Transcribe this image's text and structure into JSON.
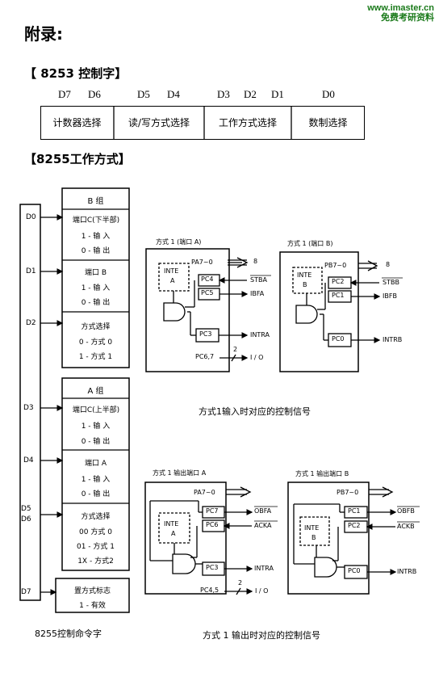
{
  "watermark": {
    "line1": "www.imaster.cn",
    "line2": "免费考研资料"
  },
  "page_title": "附录:",
  "s8253": {
    "title": "【 8253 控制字】",
    "bits": [
      "D7",
      "D6",
      "D5",
      "D4",
      "D3",
      "D2",
      "D1",
      "D0"
    ],
    "cells": [
      "计数器选择",
      "读/写方式选择",
      "工作方式选择",
      "数制选择"
    ]
  },
  "s8255": {
    "title": "【8255工作方式】",
    "bit_labels": [
      "D0",
      "D1",
      "D2",
      "D3",
      "D4",
      "D5",
      "D6",
      "D7"
    ],
    "groupB": {
      "header": "B  组",
      "pc_low": {
        "title": "端口C(下半部)",
        "l1": "1 - 输 入",
        "l2": "0 - 输 出"
      },
      "portb": {
        "title": "端口  B",
        "l1": "1 - 输 入",
        "l2": "0 - 输 出"
      },
      "mode": {
        "title": "方式选择",
        "l1": "0 - 方式 0",
        "l2": "1 - 方式 1"
      }
    },
    "groupA": {
      "header": "A  组",
      "pc_high": {
        "title": "端口C(上半部)",
        "l1": "1 - 输 入",
        "l2": "0 - 输 出"
      },
      "porta": {
        "title": "端口  A",
        "l1": "1 - 输 入",
        "l2": "0 - 输 出"
      },
      "mode": {
        "title": "方式选择",
        "l1": "00 方式 0",
        "l2": "01 - 方式 1",
        "l3": "1X - 方式2"
      }
    },
    "setflag": {
      "title": "置方式标志",
      "l1": "1 - 有效"
    },
    "cmd_caption": "8255控制命令字"
  },
  "diagrams": {
    "in_a": {
      "title": "方式 1 (端口 A)",
      "port": "PA7~0",
      "bus": "8",
      "inte_1": "INTE",
      "inte_2": "A",
      "reg1": "PC4",
      "reg2": "PC5",
      "reg3": "PC3",
      "sig1": "STBA",
      "sig2": "IBFA",
      "sig3": "INTRA",
      "extra": "PC6,7",
      "extra_n": "2",
      "io": "I / O"
    },
    "in_b": {
      "title": "方式 1 (端口 B)",
      "port": "PB7~0",
      "bus": "8",
      "inte_1": "INTE",
      "inte_2": "B",
      "reg1": "PC2",
      "reg2": "PC1",
      "reg3": "PC0",
      "sig1": "STBB",
      "sig2": "IBFB",
      "sig3": "INTRB"
    },
    "in_caption": "方式1输入时对应的控制信号",
    "out_a": {
      "title": "方式 1 输出端口 A",
      "port": "PA7~0",
      "inte_1": "INTE",
      "inte_2": "A",
      "reg1": "PC7",
      "reg2": "PC6",
      "reg3": "PC3",
      "sig1": "OBFA",
      "sig2": "ACKA",
      "sig3": "INTRA",
      "extra": "PC4,5",
      "extra_n": "2",
      "io": "I / O"
    },
    "out_b": {
      "title": "方式 1 输出端口 B",
      "port": "PB7~0",
      "inte_1": "INTE",
      "inte_2": "B",
      "reg1": "PC1",
      "reg2": "PC2",
      "reg3": "PC0",
      "sig1": "OBFB",
      "sig2": "ACKB",
      "sig3": "INTRB"
    },
    "out_caption": "方式 1 输出时对应的控制信号"
  }
}
